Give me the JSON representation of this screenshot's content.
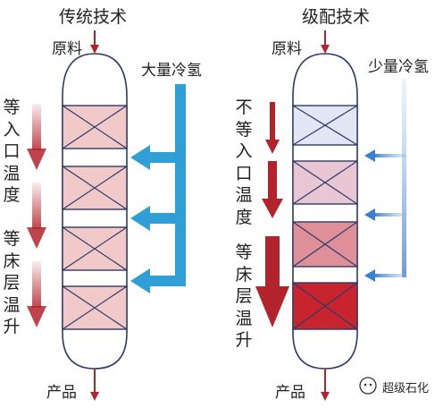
{
  "left": {
    "title": "传统技术",
    "feed": "原料",
    "product": "产品",
    "quench": "大量冷氢",
    "side_text": "等\n入\n口\n温\n度\n \n等\n床\n层\n温\n升"
  },
  "right": {
    "title": "级配技术",
    "feed": "原料",
    "product": "产品",
    "quench": "少量冷氢",
    "side_text_a": "不\n等\n入\n口\n温\n度",
    "side_text_b": "等\n床\n层\n温\n升"
  },
  "watermark": "超级石化",
  "colors": {
    "arrow_red": "#b3232b",
    "quench_blue": "#2f9fd6",
    "vessel_outline": "#2d3a6b"
  }
}
